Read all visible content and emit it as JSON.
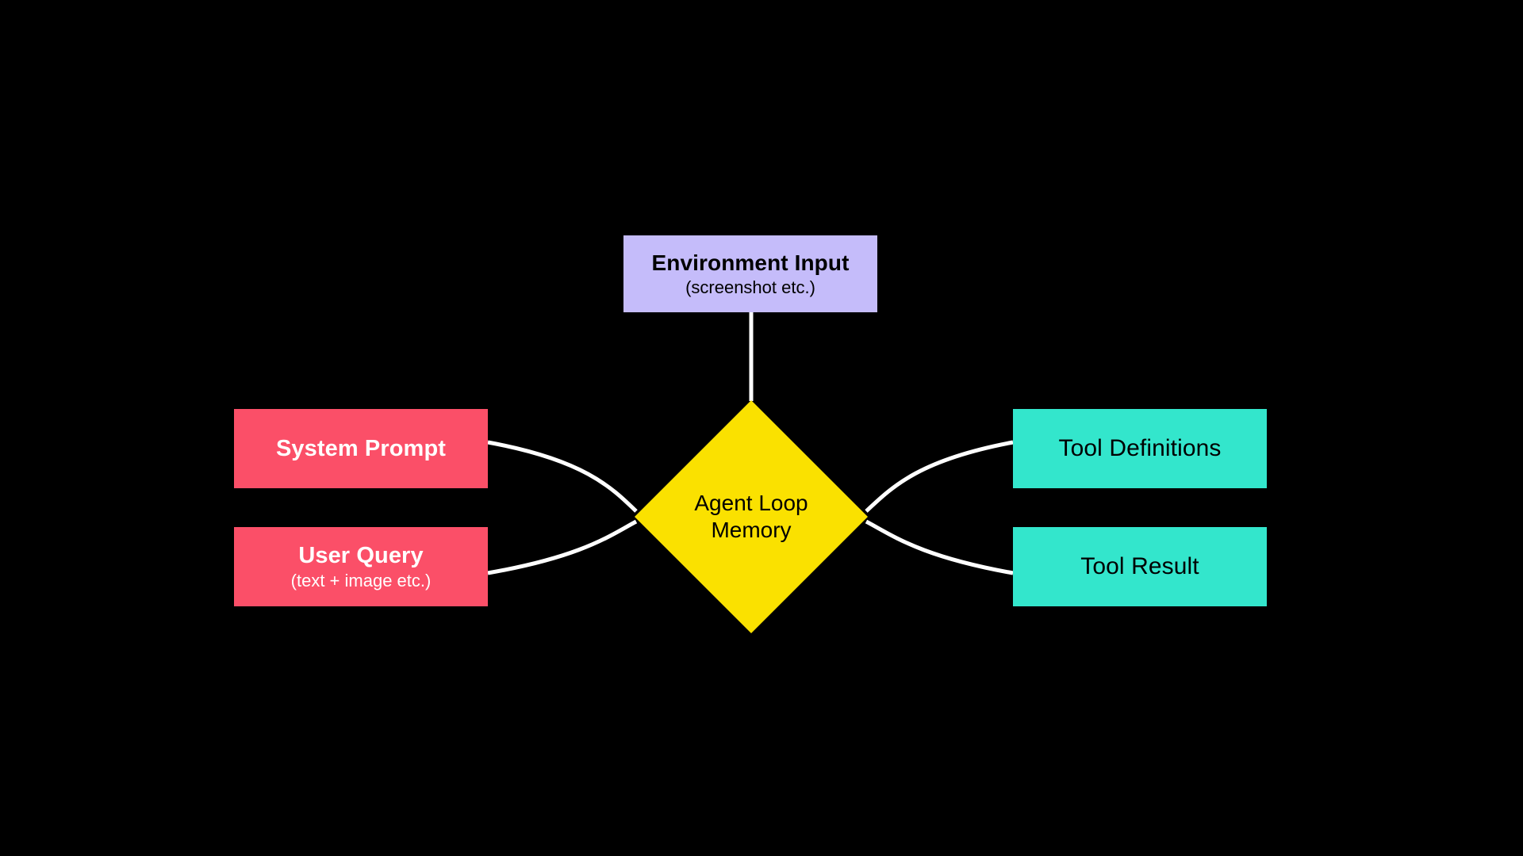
{
  "diagram": {
    "background_color": "#000000",
    "edge_color": "#FFFFFF",
    "nodes": {
      "environment_input": {
        "title": "Environment Input",
        "subtitle": "(screenshot etc.)",
        "fill": "#C5BCFA",
        "text_color": "#000000",
        "shape": "rectangle"
      },
      "system_prompt": {
        "title": "System Prompt",
        "subtitle": "",
        "fill": "#FB4F68",
        "text_color": "#FFFFFF",
        "shape": "rectangle"
      },
      "user_query": {
        "title": "User Query",
        "subtitle": "(text + image etc.)",
        "fill": "#FB4F68",
        "text_color": "#FFFFFF",
        "shape": "rectangle"
      },
      "agent_loop_memory": {
        "title_line1": "Agent Loop",
        "title_line2": "Memory",
        "fill": "#FAE100",
        "text_color": "#000000",
        "shape": "diamond"
      },
      "tool_definitions": {
        "title": "Tool Definitions",
        "subtitle": "",
        "fill": "#33E6CC",
        "text_color": "#000000",
        "shape": "rectangle"
      },
      "tool_result": {
        "title": "Tool Result",
        "subtitle": "",
        "fill": "#33E6CC",
        "text_color": "#000000",
        "shape": "rectangle"
      }
    },
    "edges": [
      {
        "from": "environment_input",
        "to": "agent_loop_memory",
        "style": "straight-vertical"
      },
      {
        "from": "system_prompt",
        "to": "agent_loop_memory",
        "style": "curve"
      },
      {
        "from": "user_query",
        "to": "agent_loop_memory",
        "style": "curve"
      },
      {
        "from": "agent_loop_memory",
        "to": "tool_definitions",
        "style": "curve"
      },
      {
        "from": "agent_loop_memory",
        "to": "tool_result",
        "style": "curve"
      }
    ]
  }
}
